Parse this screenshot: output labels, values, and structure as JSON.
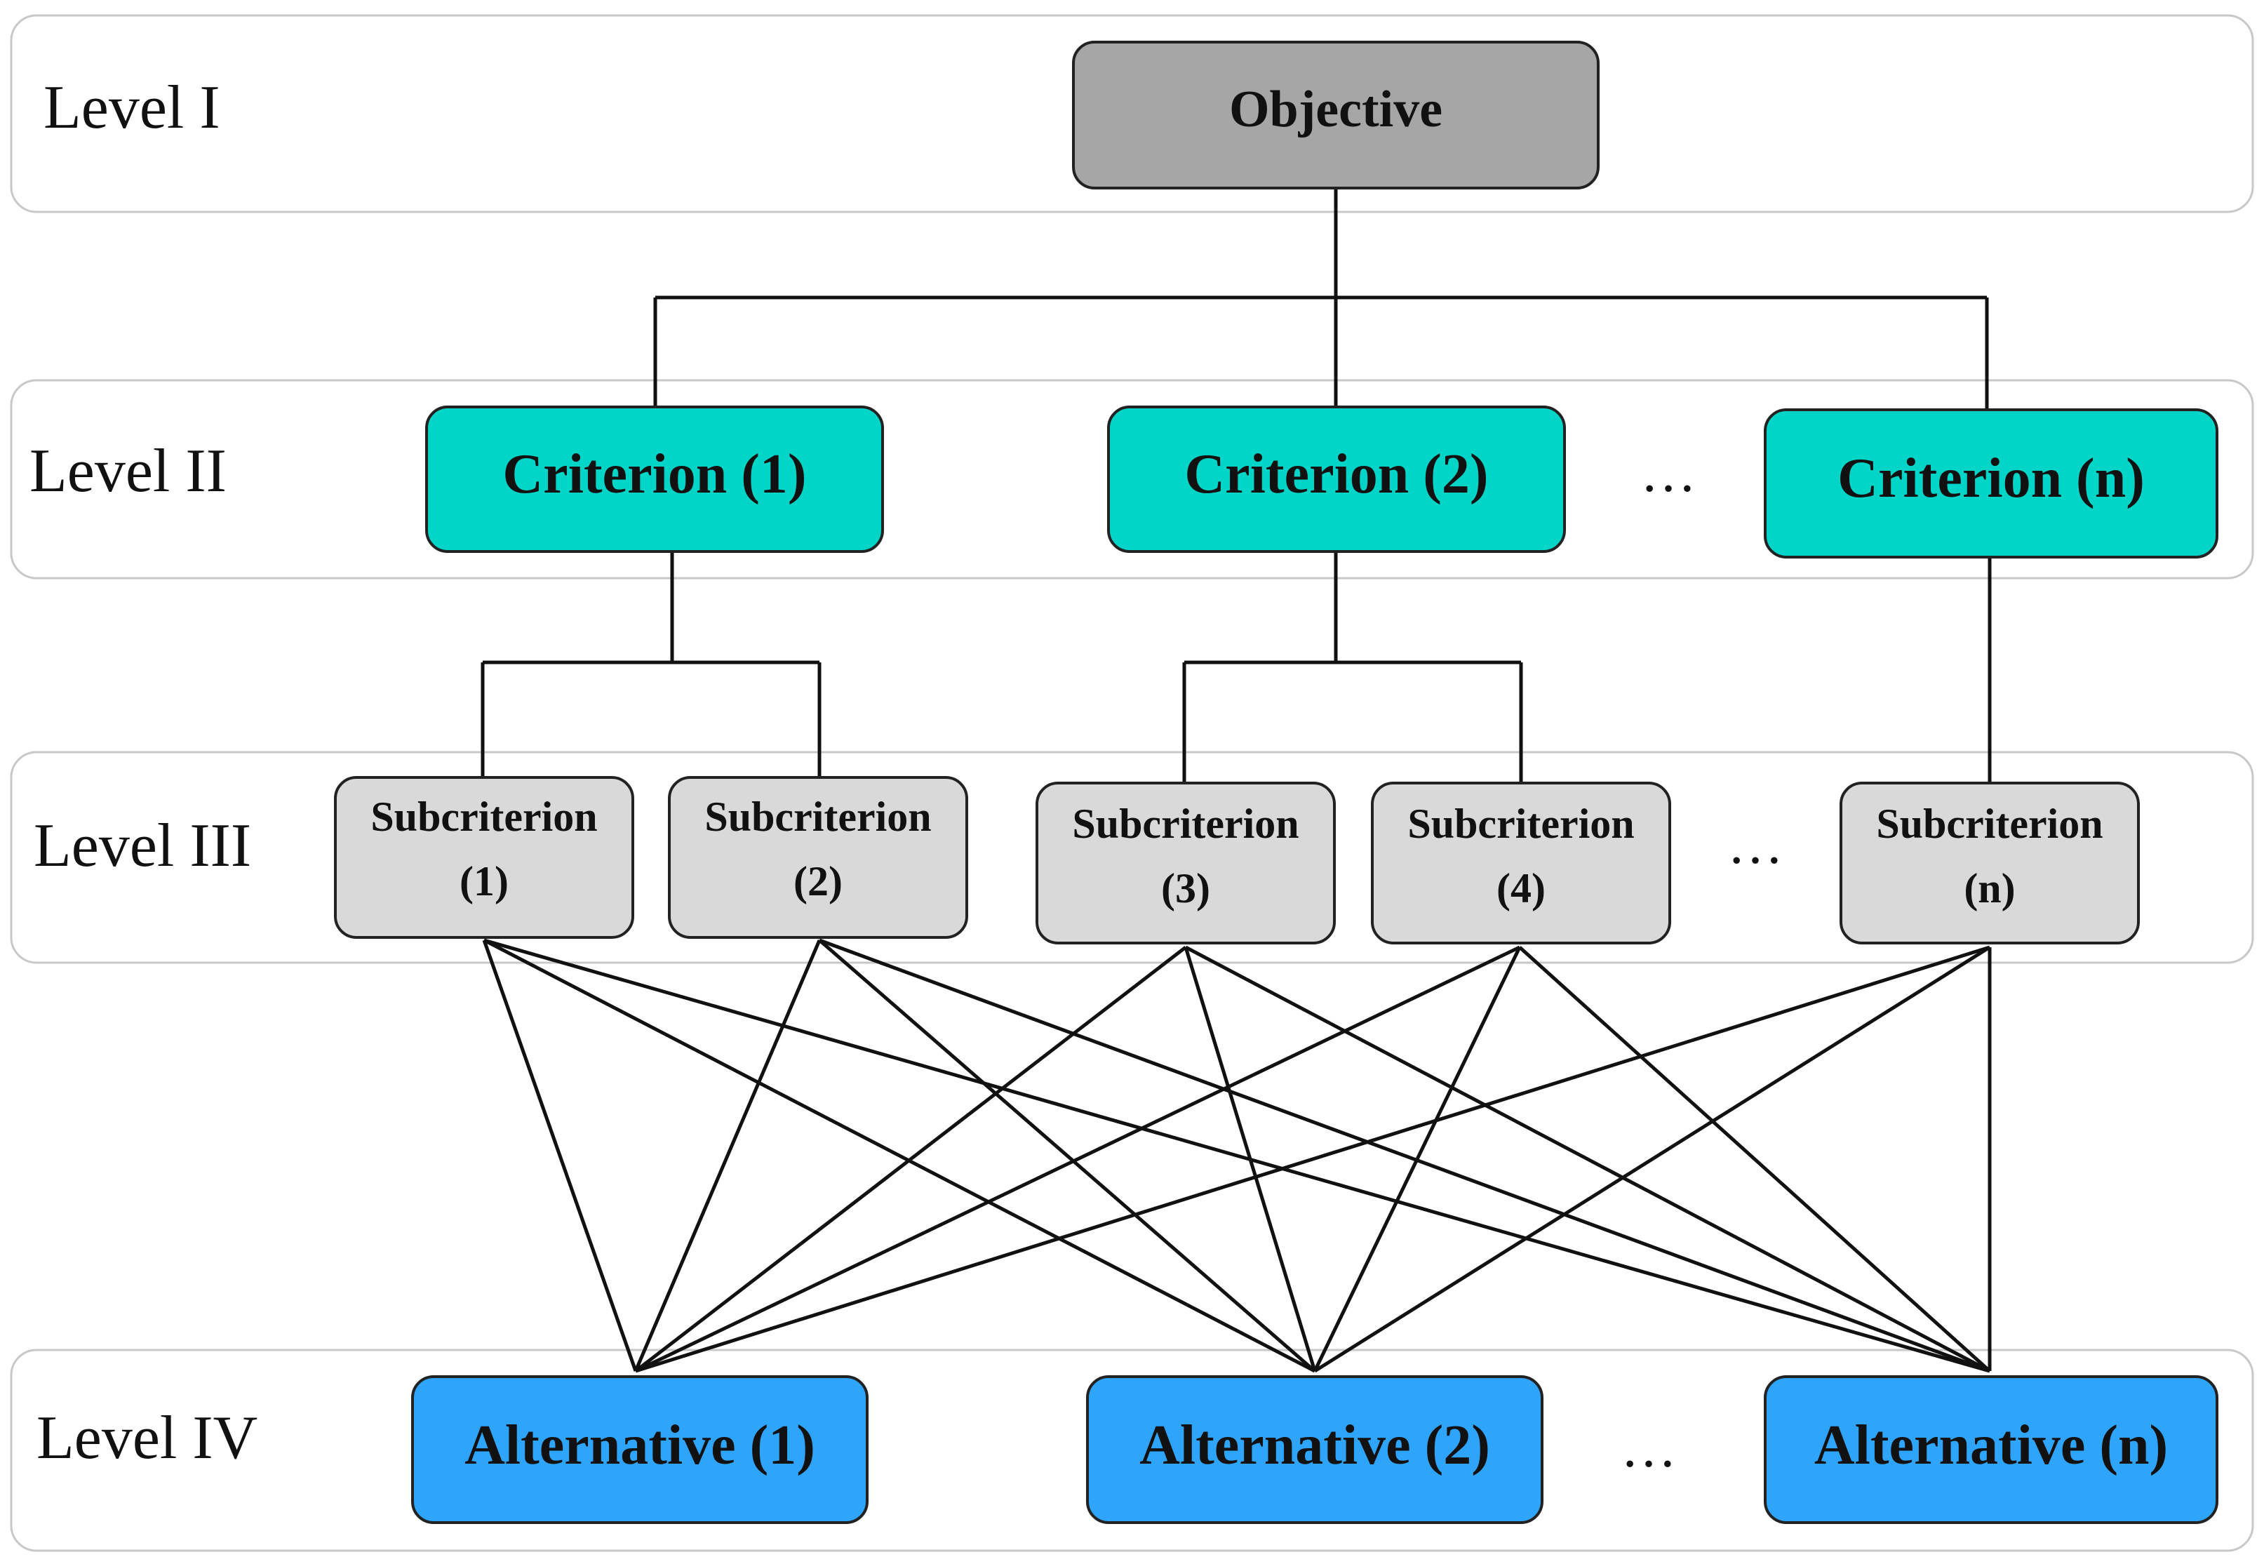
{
  "levels": {
    "l1": "Level I",
    "l2": "Level II",
    "l3": "Level III",
    "l4": "Level IV"
  },
  "objective": "Objective",
  "criteria": [
    "Criterion (1)",
    "Criterion (2)",
    "Criterion (n)"
  ],
  "subcriteria": [
    {
      "line1": "Subcriterion",
      "line2": "(1)"
    },
    {
      "line1": "Subcriterion",
      "line2": "(2)"
    },
    {
      "line1": "Subcriterion",
      "line2": "(3)"
    },
    {
      "line1": "Subcriterion",
      "line2": "(4)"
    },
    {
      "line1": "Subcriterion",
      "line2": "(n)"
    }
  ],
  "alternatives": [
    "Alternative (1)",
    "Alternative (2)",
    "Alternative (n)"
  ],
  "ellipsis": "…",
  "colors": {
    "objective": "#a6a6a6",
    "criterion": "#00d5c8",
    "subcriterion": "#d9d9d9",
    "alternative": "#2ea5fa"
  }
}
